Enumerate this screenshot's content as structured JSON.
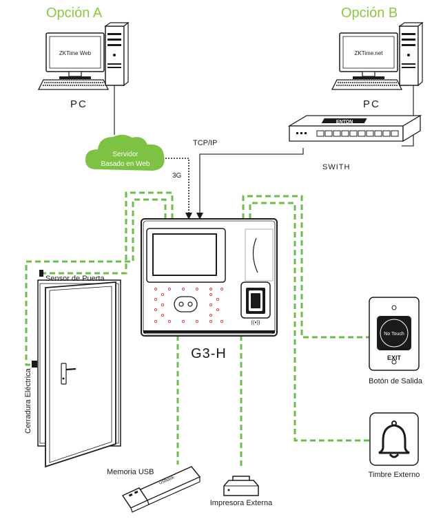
{
  "option_a": {
    "title": "Opción A",
    "screen_text": "ZKTime Web",
    "pc_label": "PC"
  },
  "option_b": {
    "title": "Opción B",
    "screen_text": "ZKTime.net",
    "pc_label": "PC"
  },
  "cloud": {
    "line1": "Servidor",
    "line2": "Basado en Web"
  },
  "links": {
    "tcpip": "TCP/IP",
    "mobile": "3G",
    "switch": "SWITH"
  },
  "switch_brand": "ENTON",
  "device": {
    "model": "G3-H",
    "rfid_symbol": "((•))"
  },
  "door": {
    "sensor_label": "Sensor de Puerta",
    "lock_label": "Cerradura Eléctrica"
  },
  "exit_button": {
    "face_text": "No Touch",
    "exit_text": "EXIT",
    "label": "Botón de Salida"
  },
  "bell": {
    "label": "Timbre Externo"
  },
  "usb": {
    "label": "Memoria USB",
    "stick_text": "USBdisk"
  },
  "printer": {
    "label": "Impresora Externa"
  },
  "colors": {
    "title_green": "#8dc63f",
    "wire_green": "#6abe45",
    "cloud_green": "#7dc242",
    "line_dark": "#1a1a1a",
    "device_red_dot": "#e23a3a"
  }
}
